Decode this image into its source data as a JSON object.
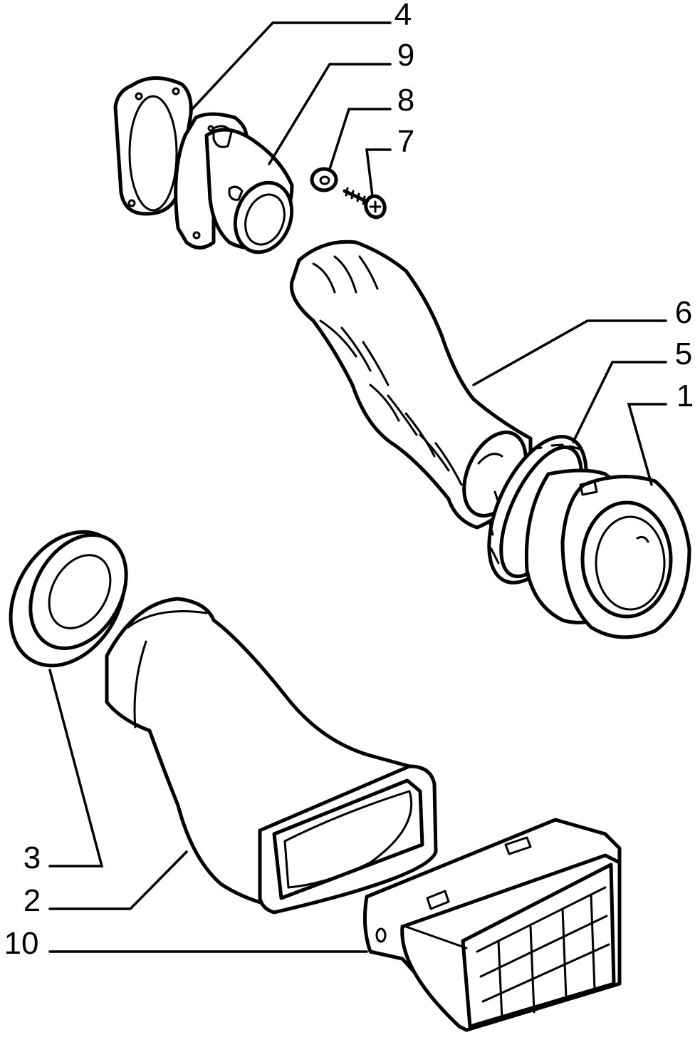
{
  "diagram": {
    "callouts": [
      {
        "id": "c4",
        "label": "4"
      },
      {
        "id": "c9",
        "label": "9"
      },
      {
        "id": "c8",
        "label": "8"
      },
      {
        "id": "c7",
        "label": "7"
      },
      {
        "id": "c6",
        "label": "6"
      },
      {
        "id": "c5",
        "label": "5"
      },
      {
        "id": "c1",
        "label": "1"
      },
      {
        "id": "c3",
        "label": "3"
      },
      {
        "id": "c2",
        "label": "2"
      },
      {
        "id": "c10",
        "label": "10"
      }
    ]
  }
}
